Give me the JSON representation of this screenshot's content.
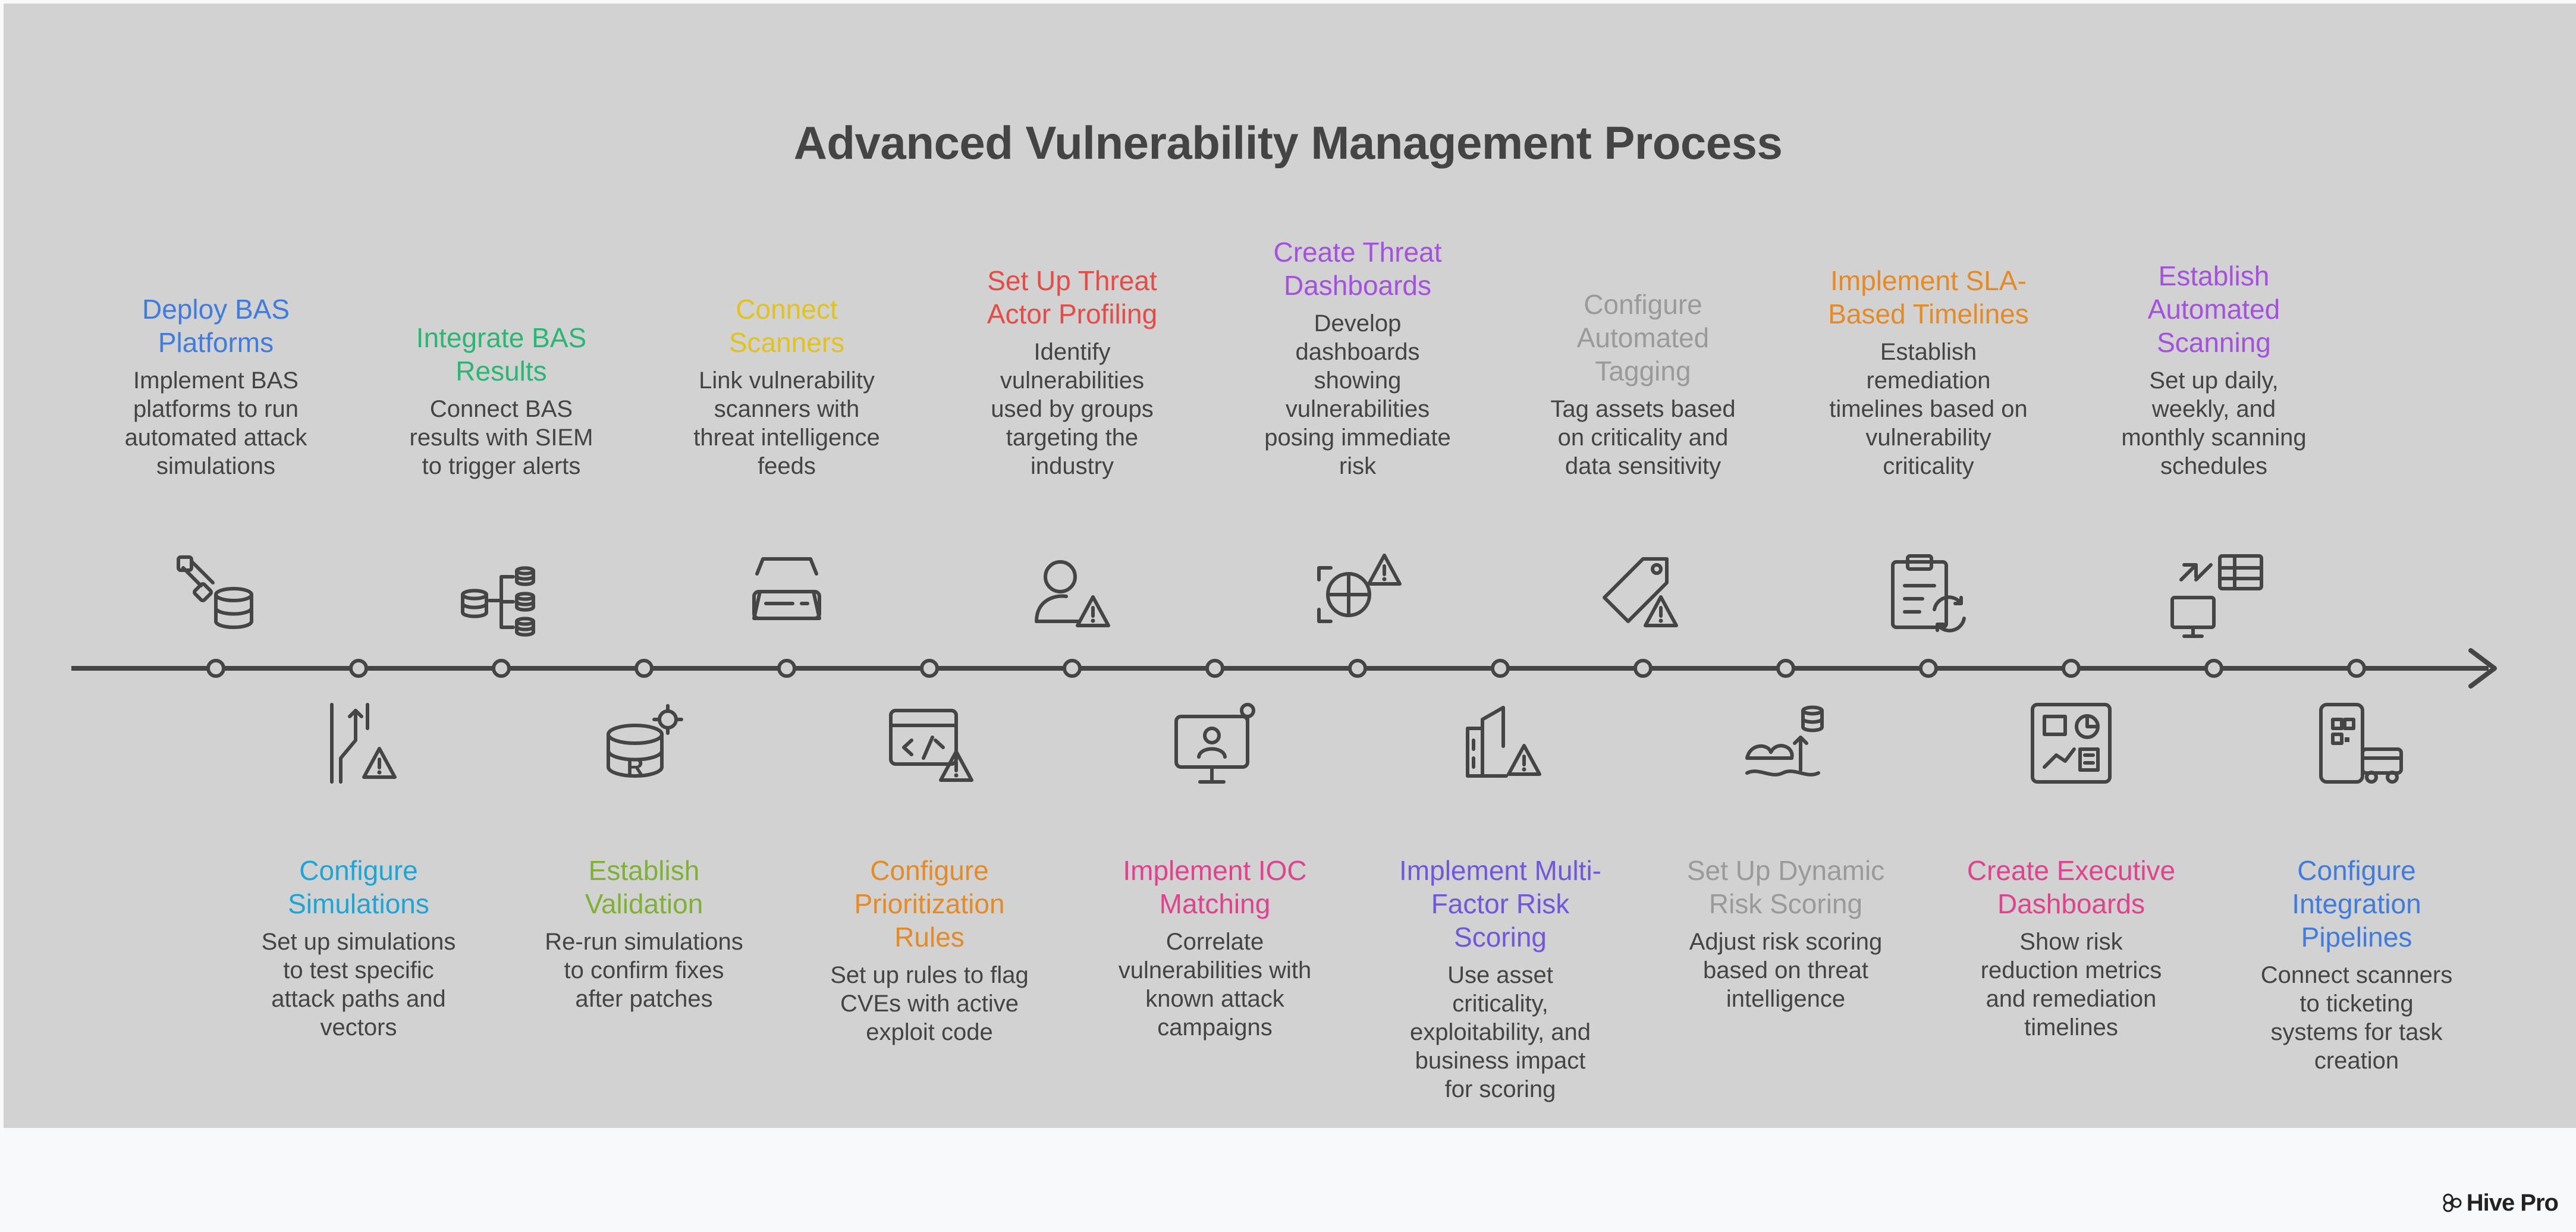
{
  "title": "Advanced Vulnerability Management Process",
  "brand": "Hive Pro",
  "steps": [
    {
      "title": "Deploy BAS Platforms",
      "title_lines": [
        "Deploy BAS",
        "Platforms"
      ],
      "desc_lines": [
        "Implement BAS",
        "platforms to run",
        "automated attack",
        "simulations"
      ],
      "color": "#3f7be0",
      "icon": "robot-database-icon",
      "pos": "top"
    },
    {
      "title": "Configure Simulations",
      "title_lines": [
        "Configure",
        "Simulations"
      ],
      "desc_lines": [
        "Set up simulations",
        "to test specific",
        "attack paths and",
        "vectors"
      ],
      "color": "#1ca6d8",
      "icon": "attack-path-warning-icon",
      "pos": "bottom"
    },
    {
      "title": "Integrate BAS Results",
      "title_lines": [
        "Integrate BAS",
        "Results"
      ],
      "desc_lines": [
        "Connect BAS",
        "results with SIEM",
        "to trigger alerts"
      ],
      "color": "#2ab673",
      "icon": "database-tree-icon",
      "pos": "top"
    },
    {
      "title": "Establish Validation",
      "title_lines": [
        "Establish",
        "Validation"
      ],
      "desc_lines": [
        "Re-run simulations",
        "to confirm fixes",
        "after patches"
      ],
      "color": "#7fb234",
      "icon": "database-gear-icon",
      "pos": "bottom"
    },
    {
      "title": "Connect Scanners",
      "title_lines": [
        "Connect",
        "Scanners"
      ],
      "desc_lines": [
        "Link vulnerability",
        "scanners with",
        "threat intelligence",
        "feeds"
      ],
      "color": "#e3c21a",
      "icon": "scanner-icon",
      "pos": "top"
    },
    {
      "title": "Configure Prioritization Rules",
      "title_lines": [
        "Configure",
        "Prioritization",
        "Rules"
      ],
      "desc_lines": [
        "Set up rules to flag",
        "CVEs with active",
        "exploit code"
      ],
      "color": "#e58a25",
      "icon": "code-warning-icon",
      "pos": "bottom"
    },
    {
      "title": "Set Up Threat Actor Profiling",
      "title_lines": [
        "Set Up Threat",
        "Actor Profiling"
      ],
      "desc_lines": [
        "Identify",
        "vulnerabilities",
        "used by groups",
        "targeting the",
        "industry"
      ],
      "color": "#e64b45",
      "icon": "user-warning-icon",
      "pos": "top"
    },
    {
      "title": "Implement IOC Matching",
      "title_lines": [
        "Implement IOC",
        "Matching"
      ],
      "desc_lines": [
        "Correlate",
        "vulnerabilities with",
        "known attack",
        "campaigns"
      ],
      "color": "#e2418e",
      "icon": "monitor-user-icon",
      "pos": "bottom"
    },
    {
      "title": "Create Threat Dashboards",
      "title_lines": [
        "Create Threat",
        "Dashboards"
      ],
      "desc_lines": [
        "Develop",
        "dashboards",
        "showing",
        "vulnerabilities",
        "posing immediate",
        "risk"
      ],
      "color": "#a550e0",
      "icon": "globe-warning-icon",
      "pos": "top"
    },
    {
      "title": "Implement Multi-Factor Risk Scoring",
      "title_lines": [
        "Implement Multi-",
        "Factor Risk",
        "Scoring"
      ],
      "desc_lines": [
        "Use asset",
        "criticality,",
        "exploitability, and",
        "business impact",
        "for scoring"
      ],
      "color": "#7157e0",
      "icon": "buildings-warning-icon",
      "pos": "bottom"
    },
    {
      "title": "Configure Automated Tagging",
      "title_lines": [
        "Configure",
        "Automated",
        "Tagging"
      ],
      "desc_lines": [
        "Tag assets based",
        "on criticality and",
        "data sensitivity"
      ],
      "color": "#9a9a9a",
      "icon": "tag-warning-icon",
      "pos": "top"
    },
    {
      "title": "Set Up Dynamic Risk Scoring",
      "title_lines": [
        "Set Up Dynamic",
        "Risk Scoring"
      ],
      "desc_lines": [
        "Adjust risk scoring",
        "based on threat",
        "intelligence"
      ],
      "color": "#9a9a9a",
      "icon": "storm-database-icon",
      "pos": "bottom"
    },
    {
      "title": "Implement SLA-Based Timelines",
      "title_lines": [
        "Implement SLA-",
        "Based Timelines"
      ],
      "desc_lines": [
        "Establish",
        "remediation",
        "timelines based on",
        "vulnerability",
        "criticality"
      ],
      "color": "#e58a25",
      "icon": "clipboard-refresh-icon",
      "pos": "top"
    },
    {
      "title": "Create Executive Dashboards",
      "title_lines": [
        "Create Executive",
        "Dashboards"
      ],
      "desc_lines": [
        "Show risk",
        "reduction metrics",
        "and remediation",
        "timelines"
      ],
      "color": "#e2418e",
      "icon": "dashboard-icon",
      "pos": "bottom"
    },
    {
      "title": "Establish Automated Scanning",
      "title_lines": [
        "Establish",
        "Automated",
        "Scanning"
      ],
      "desc_lines": [
        "Set up daily,",
        "weekly, and",
        "monthly scanning",
        "schedules"
      ],
      "color": "#a550e0",
      "icon": "monitor-schedule-icon",
      "pos": "top"
    },
    {
      "title": "Configure Integration Pipelines",
      "title_lines": [
        "Configure",
        "Integration",
        "Pipelines"
      ],
      "desc_lines": [
        "Connect scanners",
        "to ticketing",
        "systems for task",
        "creation"
      ],
      "color": "#3f7be0",
      "icon": "phone-truck-icon",
      "pos": "bottom"
    }
  ]
}
